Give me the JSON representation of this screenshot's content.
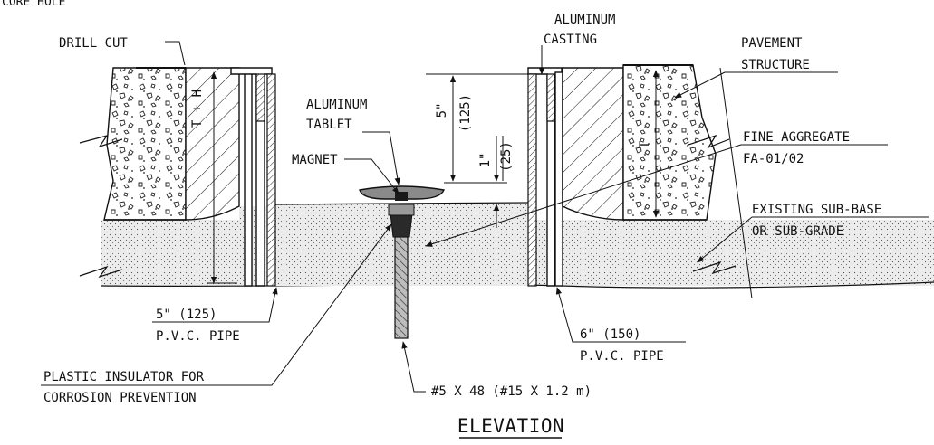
{
  "header": {
    "partial_label": "CORE HOLE"
  },
  "title": "ELEVATION",
  "labels": {
    "drill_cut": "DRILL CUT",
    "aluminum_casting": [
      "ALUMINUM",
      "CASTING"
    ],
    "pavement_structure": [
      "PAVEMENT",
      "STRUCTURE"
    ],
    "aluminum_tablet": [
      "ALUMINUM",
      "TABLET"
    ],
    "magnet": "MAGNET",
    "fine_aggregate": [
      "FINE AGGREGATE",
      "FA-01/02"
    ],
    "existing_subbase": [
      "EXISTING SUB-BASE",
      "OR SUB-GRADE"
    ],
    "pipe_5": [
      "5\" (125)",
      "P.V.C. PIPE"
    ],
    "pipe_6": [
      "6\" (150)",
      "P.V.C. PIPE"
    ],
    "insulator": [
      "PLASTIC INSULATOR FOR",
      "CORROSION PREVENTION"
    ],
    "rebar": "#5 X 48 (#15 X 1.2 m)"
  },
  "dimensions": {
    "t_plus_h": "T + H",
    "t": "T",
    "dim_5in": "5\"",
    "dim_125": "(125)",
    "dim_1in": "1\"",
    "dim_25": "(25)"
  },
  "colors": {
    "line": "#111111",
    "fill_sand": "#e4e4e4",
    "fill_tablet": "#8a8a8a",
    "fill_magnet": "#1a1a1a"
  }
}
